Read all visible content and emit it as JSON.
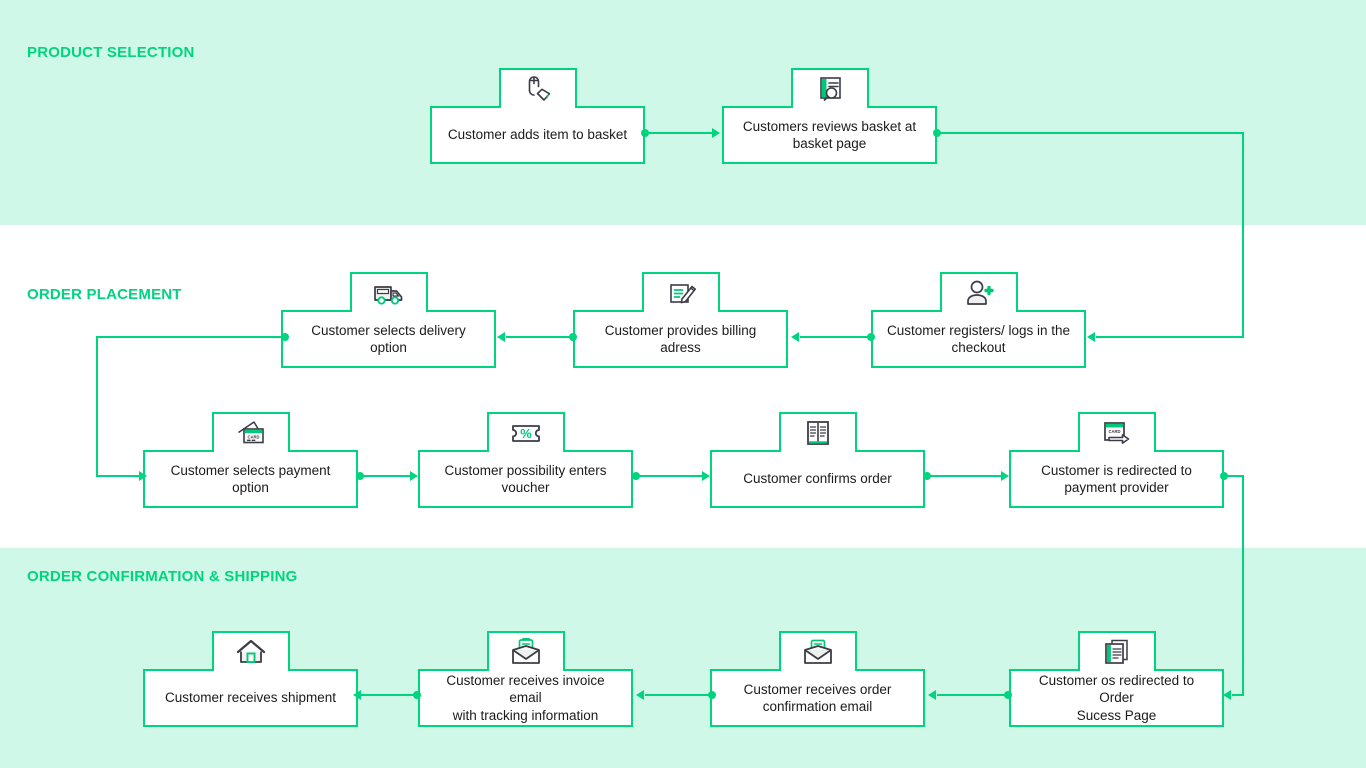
{
  "theme": {
    "accent": "#00d47e",
    "band_bg": "#d0f8e8",
    "page_bg": "#ffffff",
    "text": "#1b1b1b",
    "icon_stroke": "#3c3c46",
    "icon_fill_green": "#00c878"
  },
  "sections": [
    {
      "id": "product-selection",
      "title": "PRODUCT SELECTION"
    },
    {
      "id": "order-placement",
      "title": "ORDER PLACEMENT"
    },
    {
      "id": "order-confirmation",
      "title": "ORDER CONFIRMATION & SHIPPING"
    }
  ],
  "nodes": [
    {
      "id": "adds-item",
      "label": "Customer adds item to basket",
      "icon": "hand-tap-tag-icon"
    },
    {
      "id": "reviews-basket",
      "label": "Customers reviews basket at\nbasket page",
      "icon": "basket-review-magnifier-icon"
    },
    {
      "id": "registers-checkout",
      "label": "Customer registers/ logs in the\ncheckout",
      "icon": "user-add-icon"
    },
    {
      "id": "billing-address",
      "label": "Customer provides billing\nadress",
      "icon": "form-pencil-icon"
    },
    {
      "id": "delivery-option",
      "label": "Customer selects delivery\noption",
      "icon": "delivery-van-icon"
    },
    {
      "id": "payment-option",
      "label": "Customer selects payment\noption",
      "icon": "credit-card-icon"
    },
    {
      "id": "enters-voucher",
      "label": "Customer possibility enters\nvoucher",
      "icon": "voucher-percent-icon"
    },
    {
      "id": "confirms-order",
      "label": "Customer confirms order",
      "icon": "order-document-icon"
    },
    {
      "id": "payment-provider",
      "label": "Customer is redirected to\npayment provider",
      "icon": "card-arrow-icon"
    },
    {
      "id": "order-success",
      "label": "Customer os redirected to Order\nSucess Page",
      "icon": "success-pages-icon"
    },
    {
      "id": "confirmation-email",
      "label": "Customer receives order\nconfirmation email",
      "icon": "envelope-open-icon"
    },
    {
      "id": "invoice-email",
      "label": "Customer receives invoice email\nwith tracking information",
      "icon": "envelope-invoice-icon"
    },
    {
      "id": "receives-shipment",
      "label": "Customer receives shipment",
      "icon": "house-delivery-icon"
    }
  ],
  "icon_texts": {
    "card_label": "CARD",
    "percent_symbol": "%"
  },
  "flow": [
    {
      "from": "adds-item",
      "to": "reviews-basket"
    },
    {
      "from": "reviews-basket",
      "to": "registers-checkout"
    },
    {
      "from": "registers-checkout",
      "to": "billing-address"
    },
    {
      "from": "billing-address",
      "to": "delivery-option"
    },
    {
      "from": "delivery-option",
      "to": "payment-option"
    },
    {
      "from": "payment-option",
      "to": "enters-voucher"
    },
    {
      "from": "enters-voucher",
      "to": "confirms-order"
    },
    {
      "from": "confirms-order",
      "to": "payment-provider"
    },
    {
      "from": "payment-provider",
      "to": "order-success"
    },
    {
      "from": "order-success",
      "to": "confirmation-email"
    },
    {
      "from": "confirmation-email",
      "to": "invoice-email"
    },
    {
      "from": "invoice-email",
      "to": "receives-shipment"
    }
  ]
}
